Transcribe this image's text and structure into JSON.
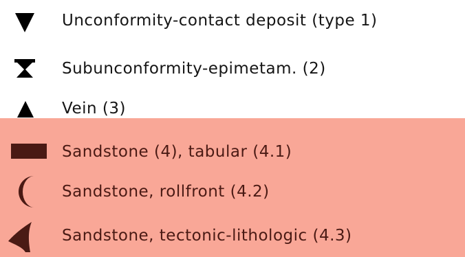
{
  "colors": {
    "background": "#ffffff",
    "highlight": "#f9a797",
    "symbol_black": "#000000",
    "symbol_brown": "#4a1a14"
  },
  "legend": {
    "items": [
      {
        "icon": "inverted-triangle-icon",
        "label": "Unconformity-contact deposit (type 1)"
      },
      {
        "icon": "bowtie-triangle-icon",
        "label": "Subunconformity-epimetam. (2)"
      },
      {
        "icon": "triangle-icon",
        "label": "Vein (3)"
      },
      {
        "icon": "rectangle-icon",
        "label": "Sandstone (4), tabular (4.1)"
      },
      {
        "icon": "crescent-icon",
        "label": "Sandstone, rollfront (4.2)"
      },
      {
        "icon": "fault-wedge-icon",
        "label": "Sandstone, tectonic-lithologic (4.3)"
      }
    ]
  }
}
